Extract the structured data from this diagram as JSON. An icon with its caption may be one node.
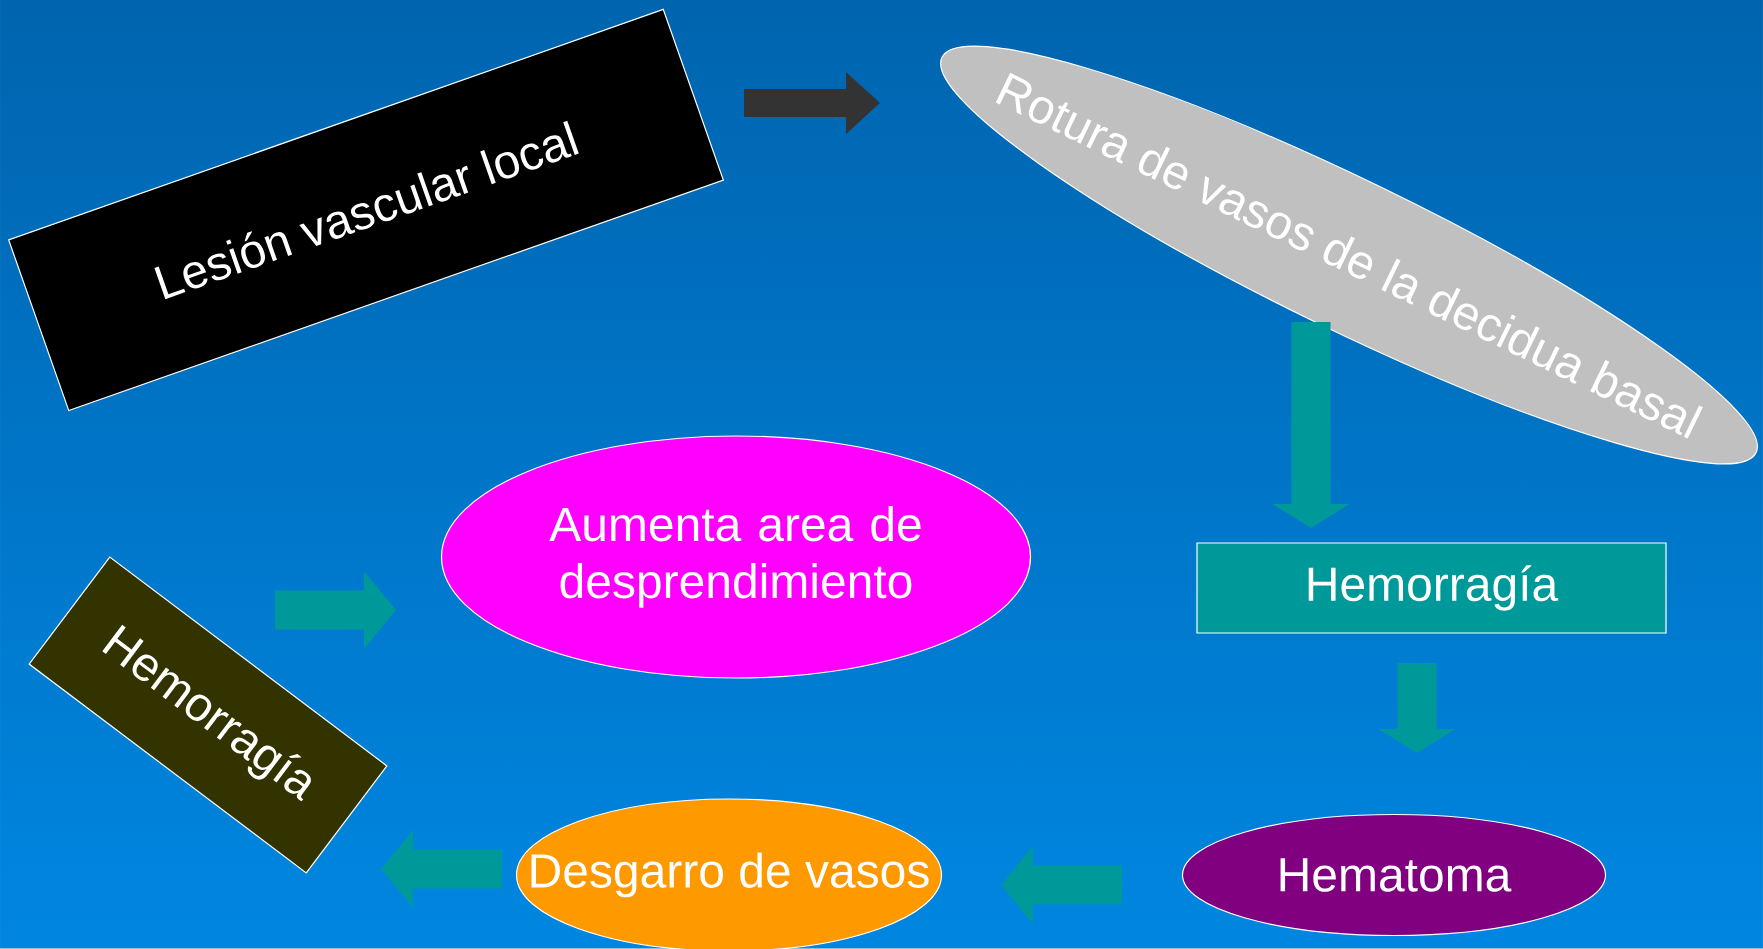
{
  "diagram": {
    "nodes": [
      {
        "text": [
          "Lesión vascular local"
        ]
      },
      {
        "text": [
          "Rotura de vasos de la decidua basal"
        ]
      },
      {
        "text": [
          "Hemorragía"
        ]
      },
      {
        "text": [
          "Hematoma"
        ]
      },
      {
        "text": [
          "Desgarro de vasos"
        ]
      },
      {
        "text": [
          "Hemorragía"
        ]
      },
      {
        "text": [
          "Aumenta area de desprendimiento"
        ]
      }
    ],
    "edges": [
      {
        "from": 0,
        "to": 1,
        "arrow": "to",
        "color": "#333333"
      },
      {
        "from": 1,
        "to": 2,
        "arrow": "to"
      },
      {
        "from": 2,
        "to": 3,
        "arrow": "to"
      },
      {
        "from": 3,
        "to": 4,
        "arrow": "to"
      },
      {
        "from": 4,
        "to": 5,
        "arrow": "to"
      },
      {
        "from": 5,
        "to": 6,
        "arrow": "to"
      }
    ]
  }
}
